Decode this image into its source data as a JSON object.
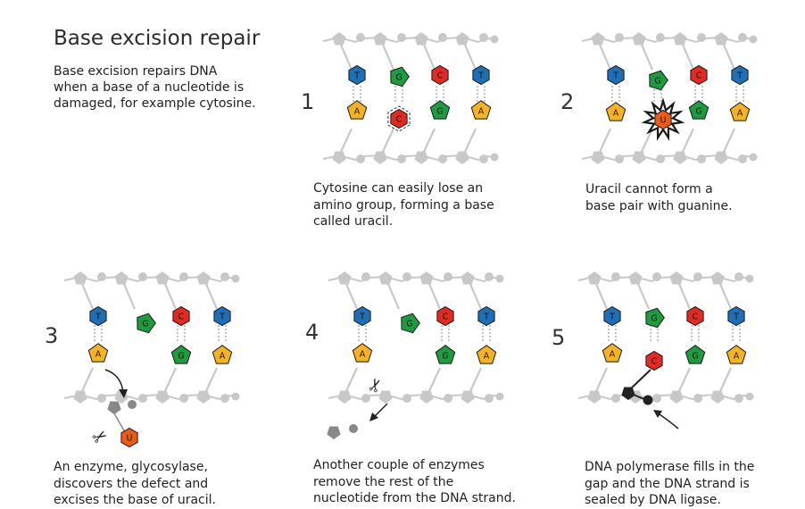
{
  "title": "Base excision repair",
  "intro": {
    "lines": [
      "Base excision repairs DNA",
      "when a base of a nucleotide is",
      "damaged, for example cytosine."
    ]
  },
  "colors": {
    "backbone": "#c8c8c8",
    "adenine": "#f5b324",
    "thymine": "#1e6fb8",
    "guanine": "#1e9a3f",
    "cytosine": "#e02a22",
    "uracil": "#ec5a16",
    "enzyme": "#222222"
  },
  "steps": [
    {
      "number": "1",
      "caption": [
        "Cytosine can easily lose an",
        "amino group, forming a base",
        "called uracil."
      ]
    },
    {
      "number": "2",
      "caption": [
        "Uracil cannot form a",
        "base pair with guanine."
      ]
    },
    {
      "number": "3",
      "caption": [
        "An enzyme, glycosylase,",
        "discovers the defect and",
        "excises the base of uracil."
      ]
    },
    {
      "number": "4",
      "caption": [
        "Another couple of enzymes",
        "remove the rest of the",
        "nucleotide from the DNA strand."
      ]
    },
    {
      "number": "5",
      "caption": [
        "DNA polymerase fills in the",
        "gap and the DNA strand is",
        "sealed by DNA ligase."
      ]
    }
  ],
  "base_letters": {
    "adenine": "A",
    "thymine": "T",
    "guanine": "G",
    "cytosine": "C",
    "uracil": "U"
  }
}
